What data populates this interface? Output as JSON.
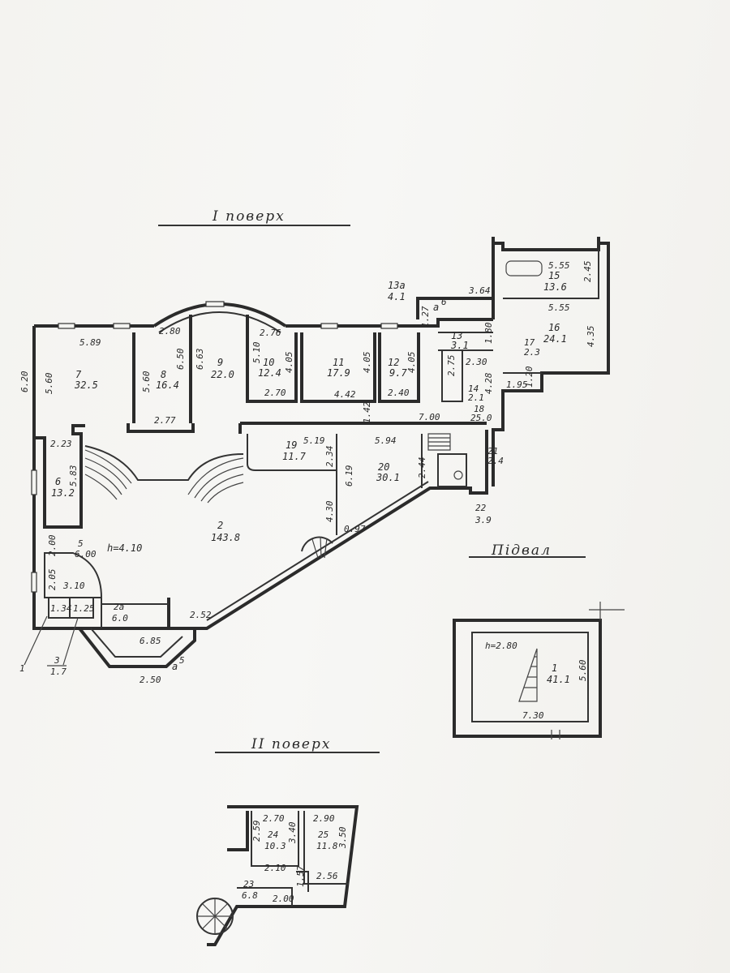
{
  "titles": {
    "floor1": "I поверх",
    "basement": "Підвал",
    "floor2": "II поверх"
  },
  "rooms": {
    "r1": {
      "num": "1",
      "area": "41.1"
    },
    "r2": {
      "num": "2",
      "area": "143.8"
    },
    "r2a": {
      "num": "2a",
      "area": "6.0"
    },
    "r3": {
      "num": "3",
      "area": "1.7"
    },
    "r5": {
      "num": "5",
      "area": "6.00"
    },
    "r6": {
      "num": "6",
      "area": "13.2"
    },
    "r7": {
      "num": "7",
      "area": "32.5"
    },
    "r8": {
      "num": "8",
      "area": "16.4"
    },
    "r9": {
      "num": "9",
      "area": "22.0"
    },
    "r10": {
      "num": "10",
      "area": "12.4"
    },
    "r11": {
      "num": "11",
      "area": "17.9"
    },
    "r12": {
      "num": "12",
      "area": "9.7"
    },
    "r13": {
      "num": "13",
      "area": "3.1"
    },
    "r13a": {
      "num": "13a",
      "area": "4.1"
    },
    "r14": {
      "num": "14",
      "area": "2.1"
    },
    "r15": {
      "num": "15",
      "area": "13.6"
    },
    "r16": {
      "num": "16",
      "area": "24.1"
    },
    "r17": {
      "num": "17",
      "area": "2.3"
    },
    "r18": {
      "num": "18",
      "area": "25.0"
    },
    "r19": {
      "num": "19",
      "area": "11.7"
    },
    "r20": {
      "num": "20",
      "area": "30.1"
    },
    "r21": {
      "num": "21",
      "area": "2.4"
    },
    "r22": {
      "num": "22",
      "area": "3.9"
    },
    "r23": {
      "num": "23",
      "area": "6.8"
    },
    "r24": {
      "num": "24",
      "area": "10.3"
    },
    "r25": {
      "num": "25",
      "area": "11.8"
    }
  },
  "heights": {
    "main": "h=4.10",
    "basement": "h=2.80"
  },
  "markers": {
    "a5": "a",
    "a5_sup": "5",
    "a6": "a",
    "a6_sup": "6",
    "tick1": "1"
  },
  "dims": {
    "d589": "5.89",
    "d280": "2.80",
    "d276": "2.76",
    "d364": "3.64",
    "d127": "1.27",
    "d555a": "5.55",
    "d555b": "5.55",
    "d245": "2.45",
    "d435": "4.35",
    "d620": "6.20",
    "d560a": "5.60",
    "d560b": "5.60",
    "d650": "6.50",
    "d663": "6.63",
    "d510": "5.10",
    "d405a": "4.05",
    "d405b": "4.05",
    "d405c": "4.05",
    "d275": "2.75",
    "d180": "1.80",
    "d230": "2.30",
    "d428": "4.28",
    "d195": "1.95",
    "d120": "1.20",
    "d270a": "2.70",
    "d442a": "4.42",
    "d240": "2.40",
    "d277": "2.77",
    "d442b": "1.42",
    "d700": "7.00",
    "d223": "2.23",
    "d583": "5.83",
    "d519": "5.19",
    "d594": "5.94",
    "d234": "2.34",
    "d244": "2.44",
    "d619": "6.19",
    "d430": "4.30",
    "d097": "0.97",
    "d200a": "2.00",
    "d205": "2.05",
    "d310": "3.10",
    "d134": "1.34",
    "d125": "1.25",
    "d252": "2.52",
    "d685": "6.85",
    "d250": "2.50",
    "d730": "7.30",
    "d560c": "5.60",
    "d270b": "2.70",
    "d290": "2.90",
    "d259": "2.59",
    "d340": "3.40",
    "d350": "3.50",
    "d210": "2.10",
    "d157": "1.57",
    "d256": "2.56",
    "d200b": "2.00"
  }
}
